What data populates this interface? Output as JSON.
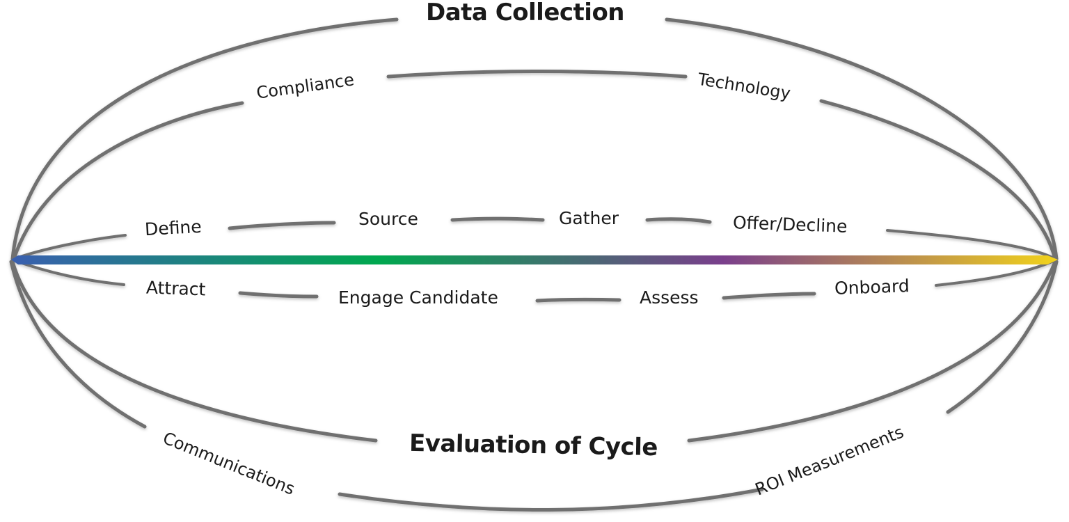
{
  "diagram": {
    "top_title": "Data Collection",
    "bottom_title": "Evaluation of Cycle",
    "upper_supports": [
      "Compliance",
      "Technology"
    ],
    "lower_supports": [
      "Communications",
      "ROI Measurements"
    ],
    "upper_steps": [
      "Define",
      "Source",
      "Gather",
      "Offer/Decline"
    ],
    "lower_steps": [
      "Attract",
      "Engage Candidate",
      "Assess",
      "Onboard"
    ],
    "axis_gradient": [
      "#3a5fb0",
      "#00a84f",
      "#7a3f8c",
      "#f2d31a"
    ],
    "arc_color": "#707070"
  }
}
